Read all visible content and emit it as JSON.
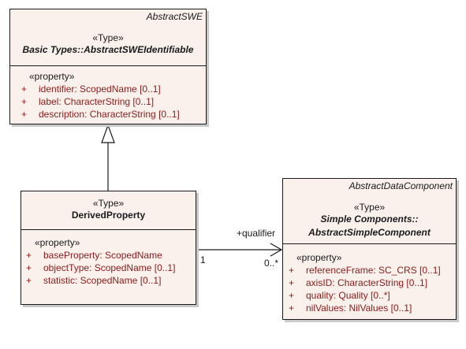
{
  "identifiable": {
    "tag": "AbstractSWE",
    "stereotype": "«Type»",
    "name": "Basic Types::AbstractSWEIdentifiable",
    "property_label": "«property»",
    "attrs": [
      {
        "vis": "+",
        "text": "identifier: ScopedName [0..1]"
      },
      {
        "vis": "+",
        "text": "label: CharacterString [0..1]"
      },
      {
        "vis": "+",
        "text": "description: CharacterString [0..1]"
      }
    ]
  },
  "derived": {
    "stereotype": "«Type»",
    "name": "DerivedProperty",
    "property_label": "«property»",
    "attrs": [
      {
        "vis": "+",
        "text": "baseProperty: ScopedName"
      },
      {
        "vis": "+",
        "text": "objectType: ScopedName [0..1]"
      },
      {
        "vis": "+",
        "text": "statistic: ScopedName [0..1]"
      }
    ]
  },
  "simple": {
    "tag": "AbstractDataComponent",
    "stereotype": "«Type»",
    "name_line1": "Simple Components::",
    "name_line2": "AbstractSimpleComponent",
    "property_label": "«property»",
    "attrs": [
      {
        "vis": "+",
        "text": "referenceFrame: SC_CRS [0..1]"
      },
      {
        "vis": "+",
        "text": "axisID: CharacterString [0..1]"
      },
      {
        "vis": "+",
        "text": "quality: Quality [0..*]"
      },
      {
        "vis": "+",
        "text": "nilValues: NilValues [0..1]"
      }
    ]
  },
  "association": {
    "role": "+qualifier",
    "source_mult": "1",
    "target_mult": "0..*"
  }
}
